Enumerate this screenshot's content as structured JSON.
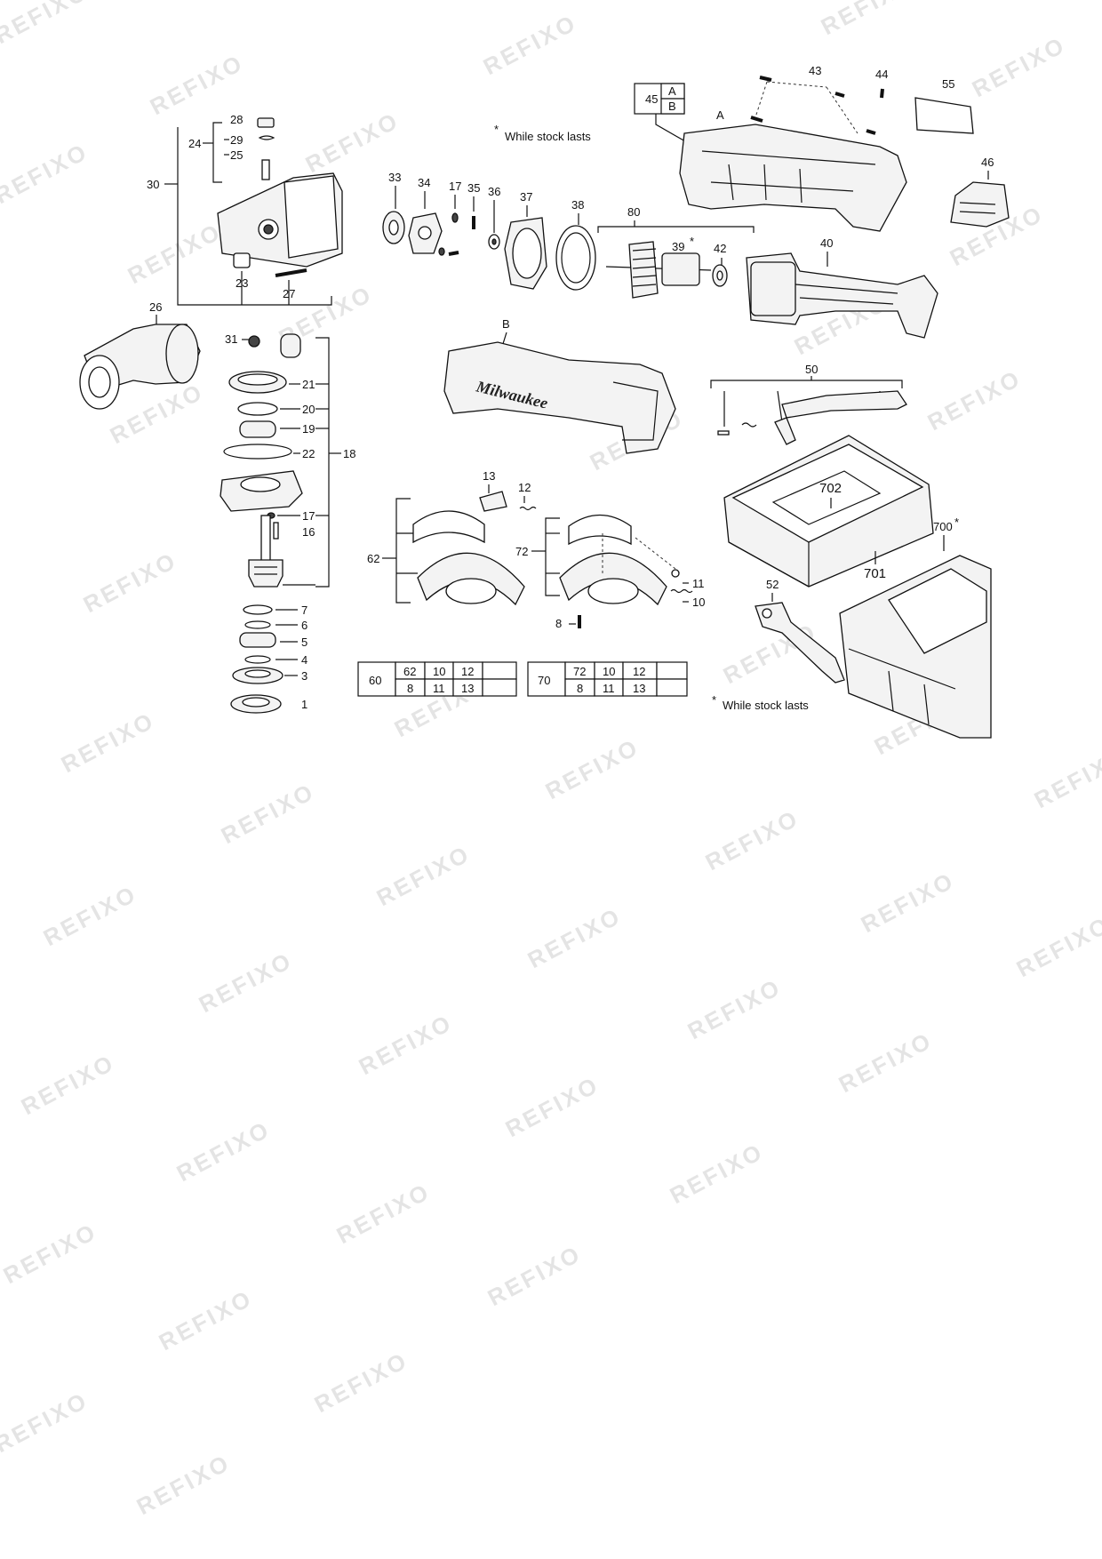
{
  "watermark": "REFIXO",
  "notes": {
    "top": "While stock lasts",
    "bottom": "While stock lasts",
    "asterisk": "*"
  },
  "brand_on_housing": "Milwaukee",
  "letters": {
    "a": "A",
    "b": "B"
  },
  "labels": {
    "p1": "1",
    "p3": "3",
    "p4": "4",
    "p5": "5",
    "p6": "6",
    "p7": "7",
    "p8": "8",
    "p10": "10",
    "p11": "11",
    "p12": "12",
    "p13": "13",
    "p16": "16",
    "p17a": "17",
    "p17b": "17",
    "p18": "18",
    "p19": "19",
    "p20": "20",
    "p21": "21",
    "p22": "22",
    "p23": "23",
    "p24": "24",
    "p25": "25",
    "p26": "26",
    "p27": "27",
    "p28": "28",
    "p29": "29",
    "p30": "30",
    "p31": "31",
    "p33": "33",
    "p34": "34",
    "p35": "35",
    "p36": "36",
    "p37": "37",
    "p38": "38",
    "p39": "39",
    "p40": "40",
    "p42": "42",
    "p43": "43",
    "p44": "44",
    "p45": "45",
    "p46": "46",
    "p50": "50",
    "p52": "52",
    "p55": "55",
    "p60": "60",
    "p62": "62",
    "p70": "70",
    "p72": "72",
    "p80": "80",
    "p700": "700",
    "p701": "701",
    "p702": "702"
  },
  "table_60": {
    "key": "60",
    "row1": [
      "62",
      "10",
      "12",
      ""
    ],
    "row2": [
      "8",
      "11",
      "13",
      ""
    ]
  },
  "table_70": {
    "key": "70",
    "row1": [
      "72",
      "10",
      "12",
      ""
    ],
    "row2": [
      "8",
      "11",
      "13",
      ""
    ]
  },
  "box_45": {
    "key": "45",
    "top": "A",
    "bottom": "B"
  }
}
